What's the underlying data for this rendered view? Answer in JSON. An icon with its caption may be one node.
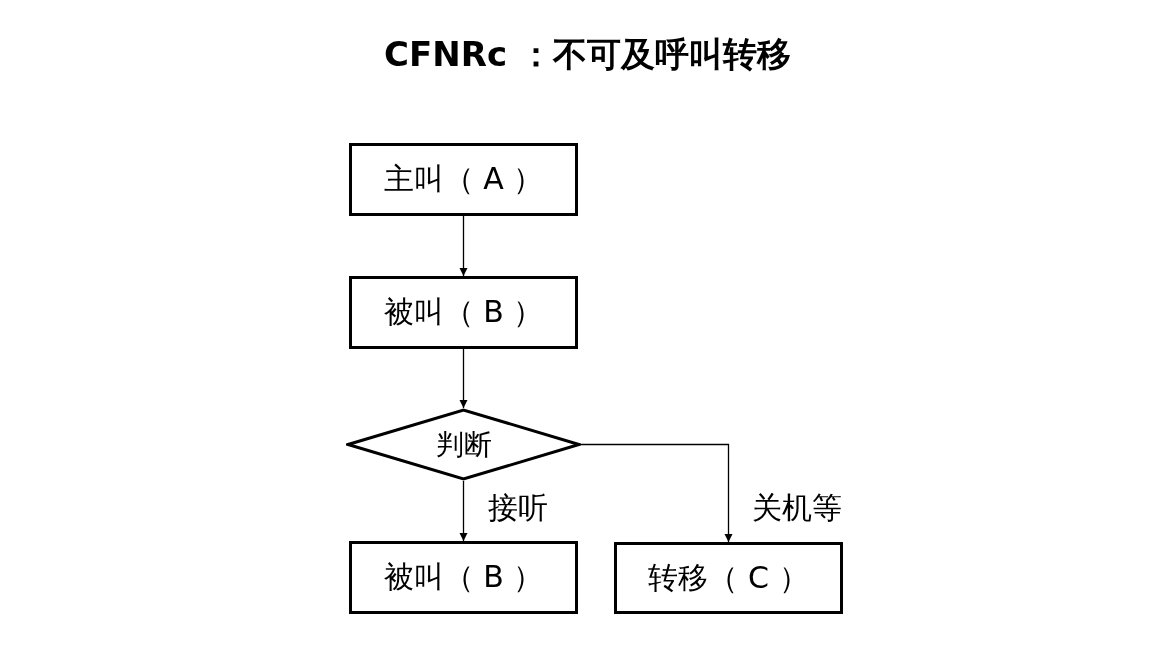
{
  "diagram": {
    "title": "CFNRc ：不可及呼叫转移",
    "nodes": [
      {
        "text": [
          "主叫（ A ）"
        ]
      },
      {
        "text": [
          "被叫（ B ）"
        ]
      },
      {
        "text": [
          "判断"
        ]
      },
      {
        "text": [
          "被叫（ B ）"
        ]
      },
      {
        "text": [
          "转移（ C ）"
        ]
      }
    ],
    "edges": [
      {
        "from": 0,
        "to": 1,
        "arrow": "to"
      },
      {
        "from": 1,
        "to": 2,
        "arrow": "to"
      },
      {
        "from": 2,
        "to": 3,
        "arrow": "to",
        "label": "接听"
      },
      {
        "from": 2,
        "to": 4,
        "arrow": "to",
        "label": "关机等"
      }
    ]
  }
}
